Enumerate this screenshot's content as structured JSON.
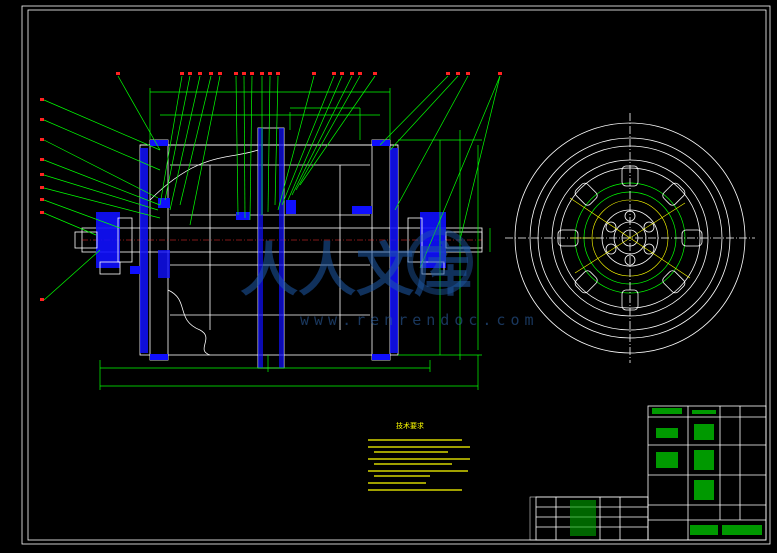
{
  "drawing": {
    "background": "#000000",
    "line_colors": {
      "outline": "#ffffff",
      "dimension": "#00ff00",
      "hatch_fill": "#1010ff",
      "notes": "#ffff00",
      "balloon": "#ff2222"
    }
  },
  "watermark": {
    "brand": "人人文库",
    "url": "www.renrendoc.com"
  },
  "notes": {
    "title": "技术要求"
  },
  "title_block": {
    "drawing_no": "",
    "company": ""
  }
}
